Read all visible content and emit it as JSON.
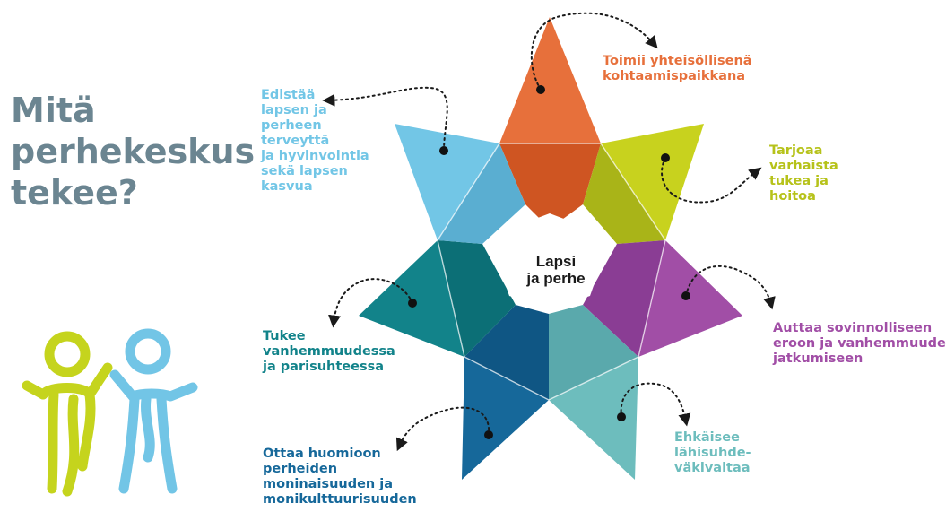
{
  "title": {
    "line1": "Mitä",
    "line2": "perhekeskus",
    "line3": "tekee?"
  },
  "center": {
    "line1": "Lapsi",
    "line2": "ja perhe"
  },
  "colors": {
    "title": "#6b8591",
    "orange": "#e7703b",
    "lime": "#c8d21e",
    "purple": "#a14ea6",
    "teal_light": "#6dbdbd",
    "blue_dark": "#16689a",
    "teal_dark": "#12838a",
    "sky": "#72c6e6"
  },
  "labels": {
    "orange": [
      "Toimii yhteisöllisenä",
      "kohtaamispaikkana"
    ],
    "lime": [
      "Tarjoaa",
      "varhaista",
      "tukea ja",
      "hoitoa"
    ],
    "purple": [
      "Auttaa sovinnolliseen",
      "eroon ja vanhemmuuden",
      "jatkumiseen"
    ],
    "teal_light": [
      "Ehkäisee",
      "lähisuhde-",
      "väkivaltaa"
    ],
    "blue_dark": [
      "Ottaa huomioon",
      "perheiden",
      "moninaisuuden ja",
      "monikulttuurisuuden"
    ],
    "teal_dark": [
      "Tukee",
      "vanhemmuudessa",
      "ja parisuhteessa"
    ],
    "sky": [
      "Edistää",
      "lapsen ja",
      "perheen",
      "terveyttä",
      "ja hyvinvointia",
      "sekä lapsen",
      "kasvua"
    ]
  },
  "figures": {
    "left_figure": "person-lime",
    "right_figure": "person-sky"
  }
}
